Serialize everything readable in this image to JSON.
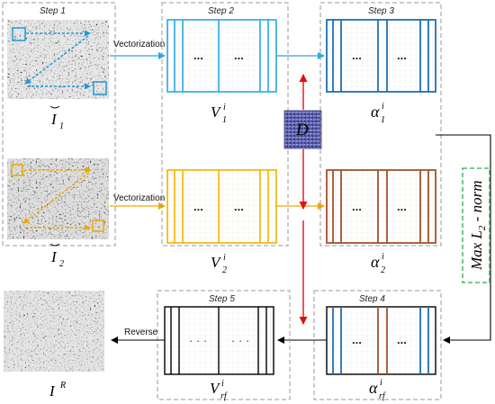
{
  "steps": {
    "s1": "Step 1",
    "s2": "Step 2",
    "s3": "Step 3",
    "s4": "Step 4",
    "s5": "Step 5"
  },
  "arrows": {
    "vectorization": "Vectorization",
    "reverse": "Reverse"
  },
  "symbols": {
    "ellipsis": "...",
    "ellipsis_step5": "· · ·",
    "dictionary": "D",
    "I_base": "I",
    "I1_sub": "1",
    "I2_sub": "2",
    "IR_sup": "R",
    "V_base": "V",
    "alpha_base": "α",
    "sup_i": "i",
    "sub_1": "1",
    "sub_2": "2",
    "sub_rf": "rf",
    "max_norm_prefix": "Max ",
    "max_norm_L": "L",
    "max_norm_sub": "2",
    "max_norm_suffix": " - norm"
  },
  "colors": {
    "blue_arrow": "#29a8e0",
    "orange_arrow": "#f0a800",
    "red_arrow": "#e01010",
    "steel_blue": "#1f6fb4",
    "brown": "#a0522d",
    "dashed_border": "#9a9a9a",
    "green_dashed": "#2eaa4a"
  }
}
